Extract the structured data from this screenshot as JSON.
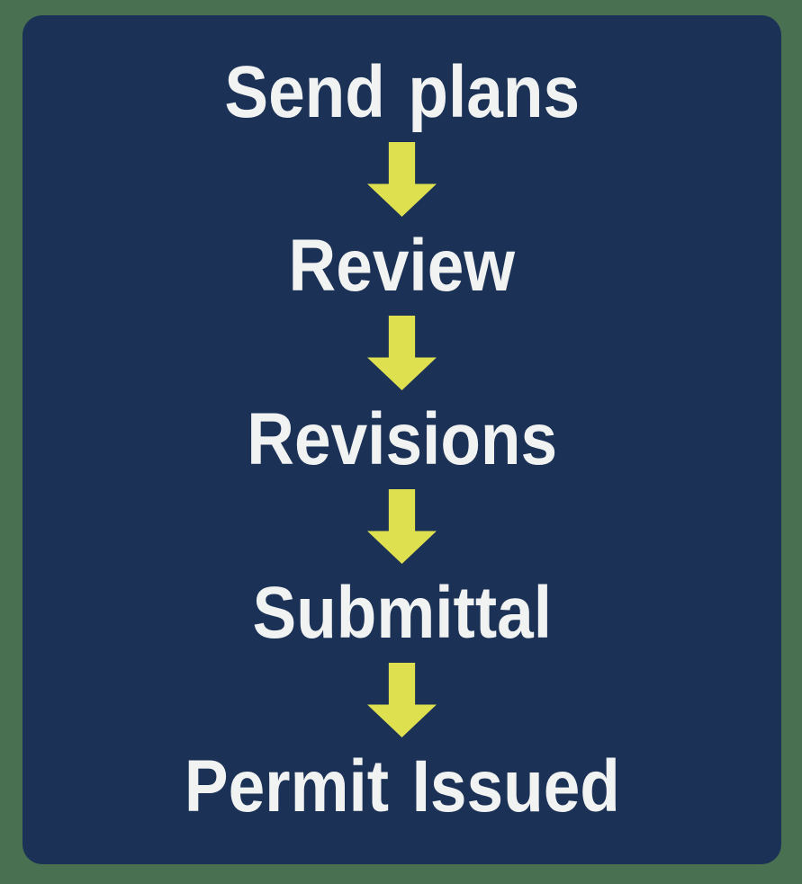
{
  "diagram": {
    "name": "permit-process-flowchart",
    "steps": [
      {
        "label": "Send plans"
      },
      {
        "label": "Review"
      },
      {
        "label": "Revisions"
      },
      {
        "label": "Submittal"
      },
      {
        "label": "Permit Issued"
      }
    ],
    "connector_icon": "down-arrow",
    "colors": {
      "page_background": "#4a7052",
      "card_background": "#1b3156",
      "arrow": "#dee04f",
      "text": "#f1f2f2"
    }
  }
}
